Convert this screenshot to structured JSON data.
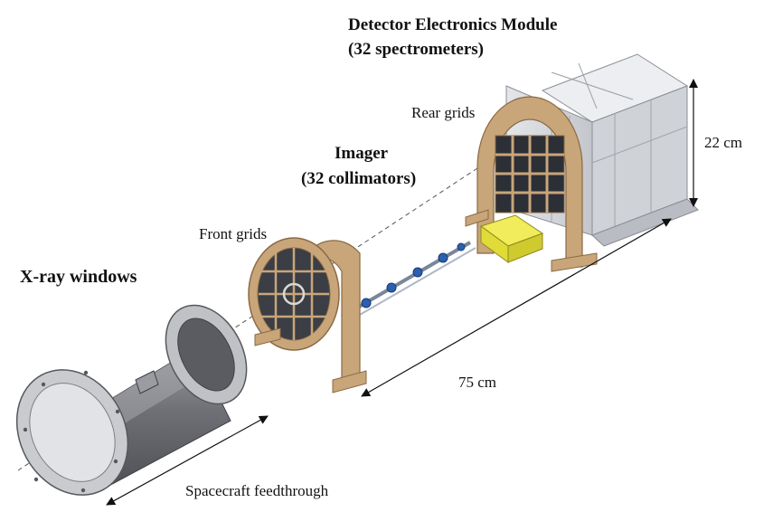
{
  "labels": {
    "dem_line1": "Detector Electronics Module",
    "dem_line2": "(32 spectrometers)",
    "rear_grids": "Rear grids",
    "height_dim": "22 cm",
    "imager_line1": "Imager",
    "imager_line2": "(32 collimators)",
    "front_grids": "Front grids",
    "xray_windows": "X-ray windows",
    "length_dim": "75 cm",
    "feedthrough": "Spacecraft feedthrough"
  },
  "colors": {
    "bronze": "#c9a57a",
    "bronze_dark": "#8a6a44",
    "gray_body": "#7d7f84",
    "gray_dark": "#55585d",
    "silver": "#d6d8dc",
    "yellow": "#e6e23a",
    "blue": "#2d5fae"
  }
}
